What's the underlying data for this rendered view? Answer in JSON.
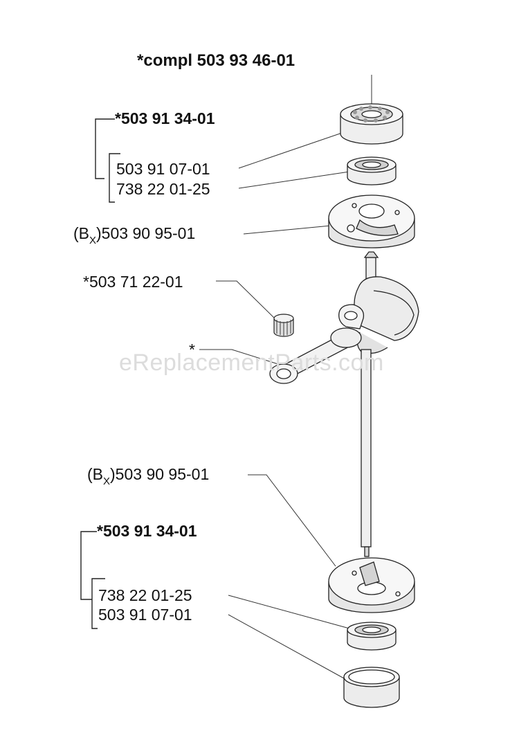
{
  "title": "*compl 503 93 46-01",
  "watermark": "eReplacementParts.com",
  "groups": {
    "upper_set": "*503 91 34-01",
    "lower_set": "*503 91 34-01"
  },
  "parts": {
    "upper_bearing": "503 91 07-01",
    "upper_roller": "738 22 01-25",
    "upper_crankcase_prefix": "(B",
    "upper_crankcase_sub": "X",
    "upper_crankcase_num": ")503 90 95-01",
    "needle_bearing": "*503 71 22-01",
    "conrod": "*",
    "lower_crankcase_prefix": "(B",
    "lower_crankcase_sub": "X",
    "lower_crankcase_num": ")503 90 95-01",
    "lower_roller": "738 22 01-25",
    "lower_bearing": "503 91 07-01"
  }
}
